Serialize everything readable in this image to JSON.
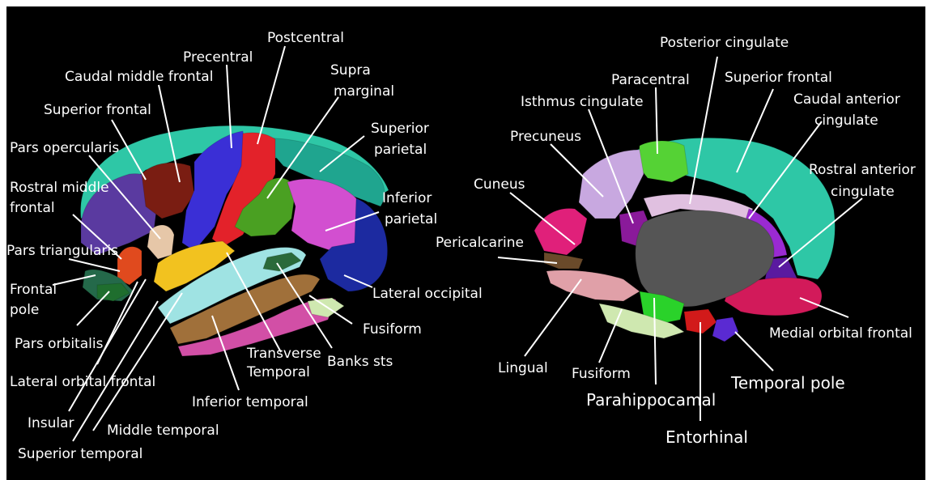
{
  "colors": {
    "background": "#000000",
    "superior_frontal": "#2ec7a6",
    "caudal_middle_frontal": "#7a1d12",
    "precentral": "#3a2fd6",
    "postcentral": "#e3222a",
    "supramarginal": "#4aa022",
    "superior_parietal": "#1fa58f",
    "inferior_parietal": "#d24fd0",
    "lateral_occipital": "#1c2aa0",
    "rostral_middle_frontal": "#5a3aa0",
    "pars_opercularis": "#e6c7a8",
    "pars_triangularis": "#e04a1e",
    "pars_orbitalis": "#1f6e2e",
    "lateral_orbital_frontal": "#24694a",
    "insula": "#f2c21f",
    "superior_temporal": "#9fe3e3",
    "middle_temporal": "#a0703a",
    "inferior_temporal": "#d24fa6",
    "banks_sts": "#2a6a3a",
    "transverse_temporal": "#9ac0c0",
    "fusiform": "#cfe8b0",
    "paracentral": "#55d235",
    "posterior_cingulate": "#e0c0e0",
    "isthmus_cingulate": "#8a1a9a",
    "precuneus": "#c8a8e0",
    "cuneus": "#e0207a",
    "pericalcarine": "#6a4a2a",
    "lingual": "#e0a0a8",
    "parahippocampal": "#2ad22a",
    "entorhinal": "#d21a1a",
    "temporal_pole": "#5a2ad2",
    "medial_orbital_frontal": "#d21a5a",
    "caudal_anterior_cingulate": "#9a2ad2",
    "rostral_anterior_cingulate": "#5a1aa0",
    "corpus_callosum": "#555555"
  },
  "left_labels": {
    "postcentral": "Postcentral",
    "precentral": "Precentral",
    "caudal_middle_frontal": "Caudal middle frontal",
    "supra": "Supra",
    "marginal": "marginal",
    "superior_frontal": "Superior frontal",
    "superior": "Superior",
    "parietal": "parietal",
    "pars_opercularis": "Pars opercularis",
    "rostral_middle": "Rostral middle",
    "frontal": "frontal",
    "inferior": "Inferior",
    "parietal2": "parietal",
    "pars_triangularis": "Pars triangularis",
    "frontal2": "Frontal",
    "pole": "pole",
    "lateral_occipital": "Lateral occipital",
    "fusiform": "Fusiform",
    "pars_orbitalis": "Pars orbitalis",
    "transverse": "Transverse",
    "temporal": "Temporal",
    "banks_sts": "Banks sts",
    "lateral_orbital_frontal": "Lateral orbital frontal",
    "inferior_temporal": "Inferior temporal",
    "insular": "Insular",
    "middle_temporal": "Middle temporal",
    "superior_temporal": "Superior temporal"
  },
  "right_labels": {
    "posterior_cingulate": "Posterior cingulate",
    "paracentral": "Paracentral",
    "superior_frontal": "Superior frontal",
    "isthmus_cingulate": "Isthmus cingulate",
    "caudal_anterior": "Caudal anterior",
    "cingulate": "cingulate",
    "precuneus": "Precuneus",
    "rostral_anterior": "Rostral anterior",
    "cingulate2": "cingulate",
    "cuneus": "Cuneus",
    "pericalcarine": "Pericalcarine",
    "lingual": "Lingual",
    "fusiform": "Fusiform",
    "medial_orbital_frontal": "Medial orbital frontal",
    "temporal_pole": "Temporal pole",
    "parahippocampal": "Parahippocamal",
    "entorhinal": "Entorhinal"
  }
}
